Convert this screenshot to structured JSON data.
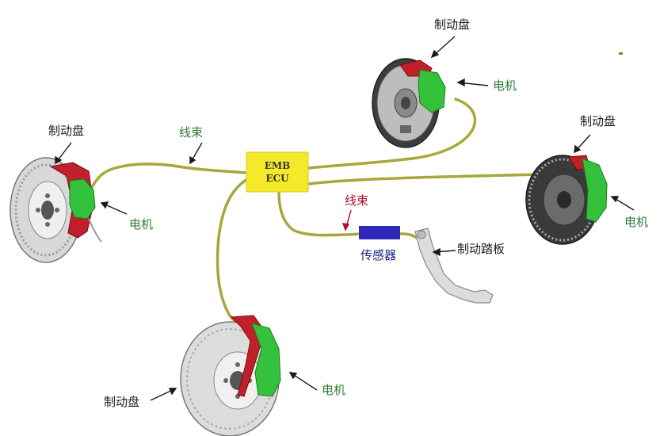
{
  "ecu": {
    "line1": "EMB",
    "line2": "ECU"
  },
  "labels": {
    "disc_left": "制动盘",
    "motor_left": "电机",
    "disc_top": "制动盘",
    "motor_top": "电机",
    "disc_right": "制动盘",
    "motor_right": "电机",
    "disc_bottom": "制动盘",
    "motor_bottom": "电机",
    "harness_left": "线束",
    "harness_center": "线束",
    "sensor": "传感器",
    "pedal": "制动踏板"
  },
  "colors": {
    "wire": "#a8a83a",
    "ecu_fill": "#f5ea2a",
    "sensor_fill": "#2f28b8",
    "motor_green": "#34c23c",
    "caliper_red": "#c0202a",
    "label_green": "#2e7d32",
    "label_red": "#b0102a",
    "label_blue": "#1a237e"
  }
}
